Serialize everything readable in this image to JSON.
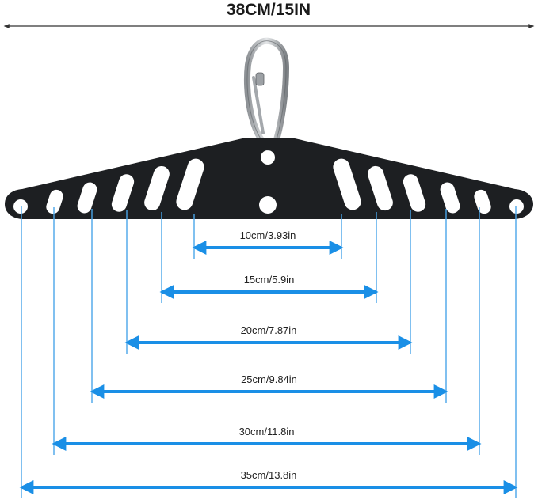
{
  "title": "38CM/15IN",
  "colors": {
    "bar": "#1d1f22",
    "hole": "#ffffff",
    "dimension": "#1a8fe6",
    "guide": "#4aa6ea",
    "carabiner": "#b9bcc0",
    "top_arrow": "#333333"
  },
  "product": {
    "parts": [
      "carabiner-icon",
      "triangle-handle-bar",
      "center-hole",
      "slot-holes"
    ]
  },
  "measurements": [
    {
      "label": "10cm/3.93in",
      "cm": 10
    },
    {
      "label": "15cm/5.9in",
      "cm": 15
    },
    {
      "label": "20cm/7.87in",
      "cm": 20
    },
    {
      "label": "25cm/9.84in",
      "cm": 25
    },
    {
      "label": "30cm/11.8in",
      "cm": 30
    },
    {
      "label": "35cm/13.8in",
      "cm": 35
    }
  ]
}
